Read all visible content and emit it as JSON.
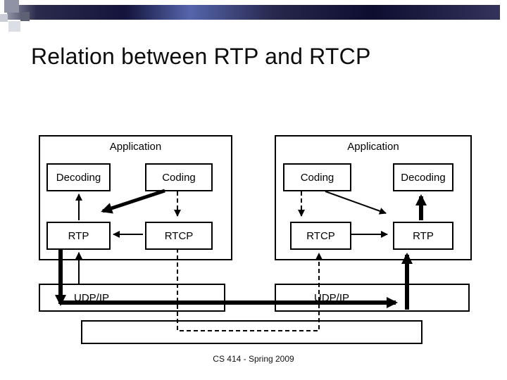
{
  "title": "Relation between RTP and RTCP",
  "footer": "CS 414 - Spring 2009",
  "colors": {
    "line": "#000000",
    "box_bg": "#ffffff",
    "bar_navy": "#14143c",
    "bar_blue": "#5565ab",
    "bar_gray": "#8f93a3"
  },
  "diagram": {
    "left_host": {
      "application": "Application",
      "decoding": "Decoding",
      "coding": "Coding",
      "rtp": "RTP",
      "rtcp": "RTCP",
      "udp_ip": "UDP/IP"
    },
    "right_host": {
      "application": "Application",
      "coding": "Coding",
      "decoding": "Decoding",
      "rtcp": "RTCP",
      "rtp": "RTP",
      "udp_ip": "UDP/IP"
    }
  }
}
